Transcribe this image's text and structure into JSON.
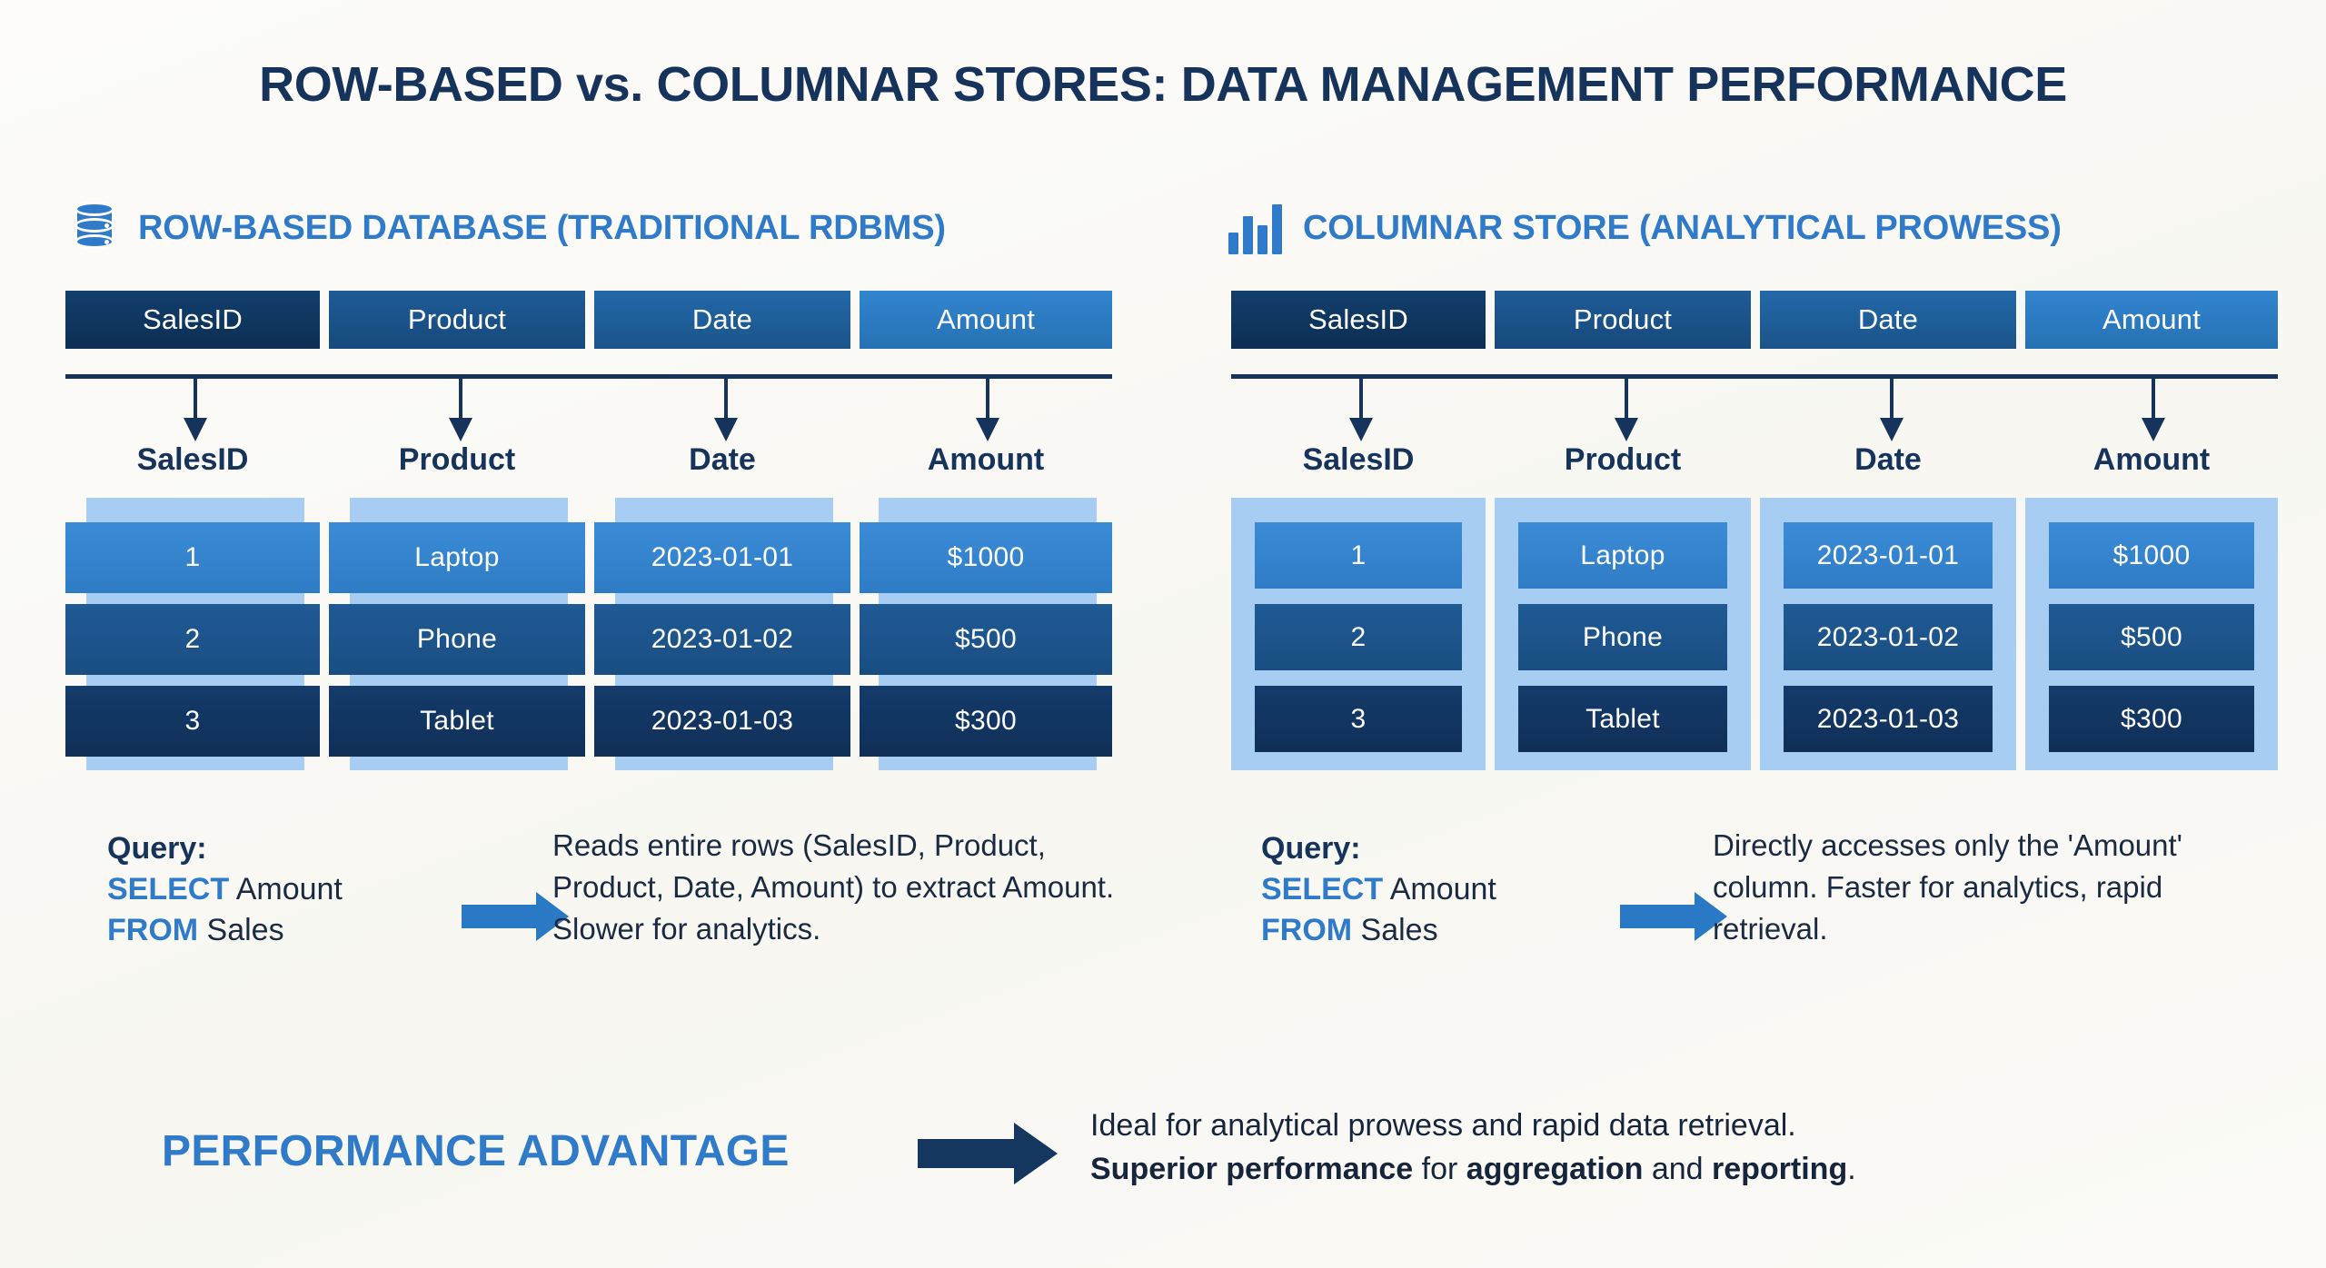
{
  "title": "ROW-BASED vs. COLUMNAR STORES: DATA MANAGEMENT PERFORMANCE",
  "colors": {
    "background": "#fbfaf6",
    "title_navy": "#16335c",
    "accent_blue": "#2f7ac9",
    "light_blue_band": "#a7cdf2",
    "header_cells": [
      "#0d2e52",
      "#1e5b97",
      "#2268a9",
      "#3285cf"
    ],
    "row_cells": [
      "#3b8bd6",
      "#1f5a94",
      "#143b6b"
    ]
  },
  "panels": [
    {
      "id": "row-based",
      "icon": "database-icon",
      "heading": "ROW-BASED DATABASE (TRADITIONAL RDBMS)",
      "table_headers": [
        "SalesID",
        "Product",
        "Date",
        "Amount"
      ],
      "column_labels": [
        "SalesID",
        "Product",
        "Date",
        "Amount"
      ],
      "rows": [
        [
          "1",
          "Laptop",
          "2023-01-01",
          "$1000"
        ],
        [
          "2",
          "Phone",
          "2023-01-02",
          "$500"
        ],
        [
          "3",
          "Tablet",
          "2023-01-03",
          "$300"
        ]
      ],
      "query": {
        "label": "Query:",
        "keyword1": "SELECT",
        "clause1": " Amount",
        "keyword2": "FROM",
        "clause2": " Sales"
      },
      "description": "Reads entire rows (SalesID, Product,  Product, Date, Amount) to extract Amount. Slower for analytics."
    },
    {
      "id": "columnar",
      "icon": "bar-chart-icon",
      "heading": "COLUMNAR STORE (ANALYTICAL PROWESS)",
      "table_headers": [
        "SalesID",
        "Product",
        "Date",
        "Amount"
      ],
      "column_labels": [
        "SalesID",
        "Product",
        "Date",
        "Amount"
      ],
      "rows": [
        [
          "1",
          "Laptop",
          "2023-01-01",
          "$1000"
        ],
        [
          "2",
          "Phone",
          "2023-01-02",
          "$500"
        ],
        [
          "3",
          "Tablet",
          "2023-01-03",
          "$300"
        ]
      ],
      "query": {
        "label": "Query:",
        "keyword1": "SELECT",
        "clause1": " Amount",
        "keyword2": "FROM",
        "clause2": " Sales"
      },
      "description": "Directly accesses only the 'Amount' column. Faster for analytics, rapid retrieval."
    }
  ],
  "footer": {
    "title": "PERFORMANCE ADVANTAGE",
    "line1": "Ideal for analytical prowess and rapid data retrieval.",
    "line2_parts": [
      {
        "text": "Superior performance",
        "bold": true
      },
      {
        "text": " for ",
        "bold": false
      },
      {
        "text": "aggregation",
        "bold": true
      },
      {
        "text": " and ",
        "bold": false
      },
      {
        "text": "reporting",
        "bold": true
      },
      {
        "text": ".",
        "bold": false
      }
    ]
  }
}
